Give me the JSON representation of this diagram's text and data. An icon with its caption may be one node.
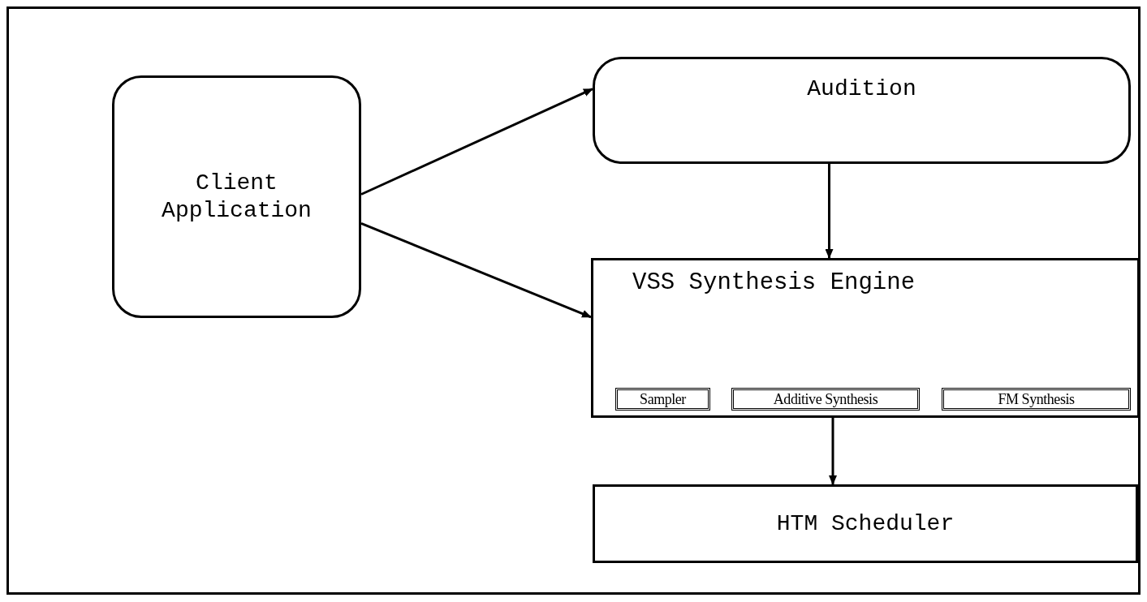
{
  "diagram": {
    "nodes": [
      {
        "text": [
          "Client Application"
        ]
      },
      {
        "text": [
          "Audition"
        ]
      },
      {
        "text": [
          "VSS Synthesis Engine"
        ]
      },
      {
        "text": [
          "Sampler"
        ],
        "in": 2
      },
      {
        "text": [
          "Additive Synthesis"
        ],
        "in": 2
      },
      {
        "text": [
          "FM Synthesis"
        ],
        "in": 2
      },
      {
        "text": [
          "HTM Scheduler"
        ]
      }
    ],
    "edges": [
      {
        "from": 0,
        "to": 1,
        "arrow": "to"
      },
      {
        "from": 0,
        "to": 2,
        "arrow": "to"
      },
      {
        "from": 1,
        "to": 2,
        "arrow": "to"
      },
      {
        "from": 2,
        "to": 6,
        "arrow": "to"
      }
    ]
  }
}
